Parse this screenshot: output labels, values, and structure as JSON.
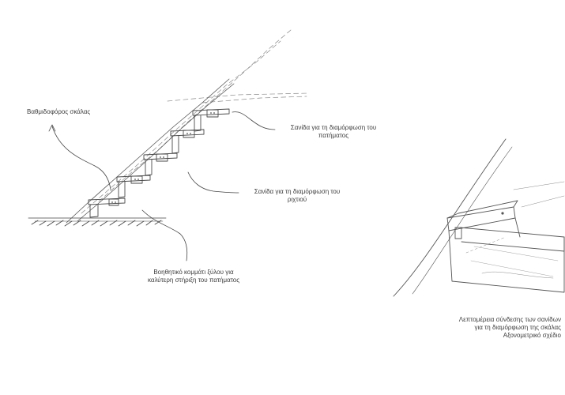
{
  "annotations": {
    "stringer": {
      "line1": "Βαθμιδοφόρος σκάλας"
    },
    "tread_board": {
      "line1": "Σανίδα για τη διαμόρφωση του",
      "line2": "πατήματος"
    },
    "riser_board": {
      "line1": "Σανίδα για τη διαμόρφωση του",
      "line2": "ριχτιού"
    },
    "support_piece": {
      "line1": "Βοηθητικό κομμάτι ξύλου για",
      "line2": "καλύτερη στήριξη του πατήματος"
    }
  },
  "detail_caption": {
    "line1": "Λεπτομέρεια σύνδεσης των σανίδων",
    "line2": "για τη διαμόρφωση της σκάλας",
    "line3": "Αξονομετρικό σχέδιο"
  },
  "colors": {
    "ink": "#3d3d3d",
    "light_ink": "#8a8a8a",
    "background": "#ffffff"
  }
}
